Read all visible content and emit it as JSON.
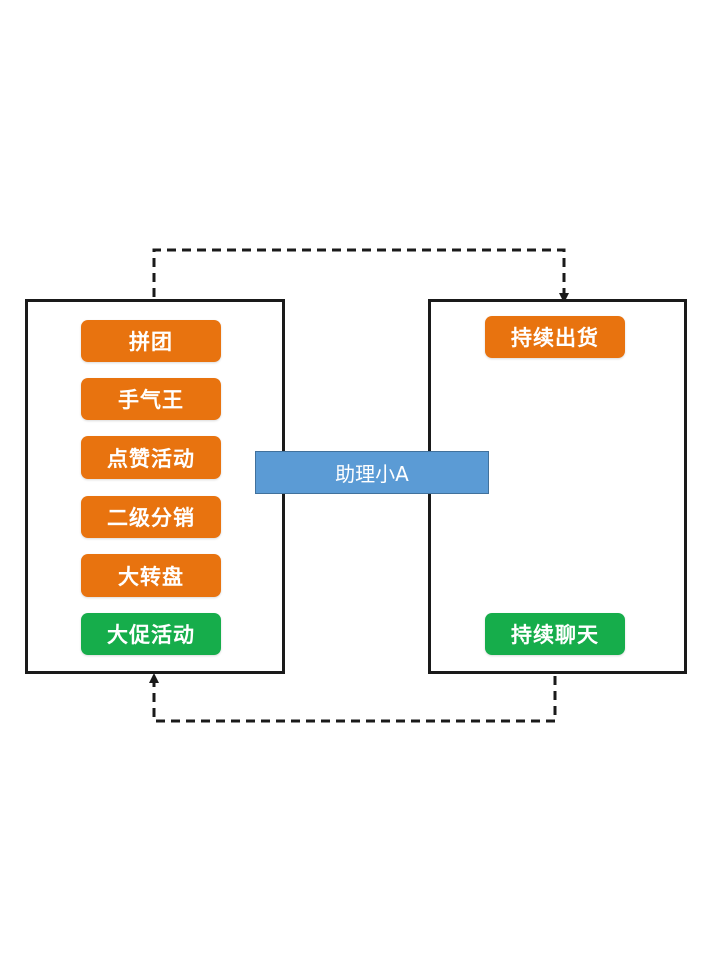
{
  "left_box": {
    "items": [
      {
        "label": "拼团",
        "color": "#e8730f"
      },
      {
        "label": "手气王",
        "color": "#e8730f"
      },
      {
        "label": "点赞活动",
        "color": "#e8730f"
      },
      {
        "label": "二级分销",
        "color": "#e8730f"
      },
      {
        "label": "大转盘",
        "color": "#e8730f"
      },
      {
        "label": "大促活动",
        "color": "#16ad4b"
      }
    ]
  },
  "right_box": {
    "top_item": {
      "label": "持续出货",
      "color": "#e8730f"
    },
    "bottom_item": {
      "label": "持续聊天",
      "color": "#16ad4b"
    }
  },
  "center_banner": {
    "label": "助理小A",
    "color": "#5b9bd5"
  },
  "connectors": {
    "line_style": "dashed",
    "top": "left box to right box",
    "bottom": "right box to left box"
  }
}
